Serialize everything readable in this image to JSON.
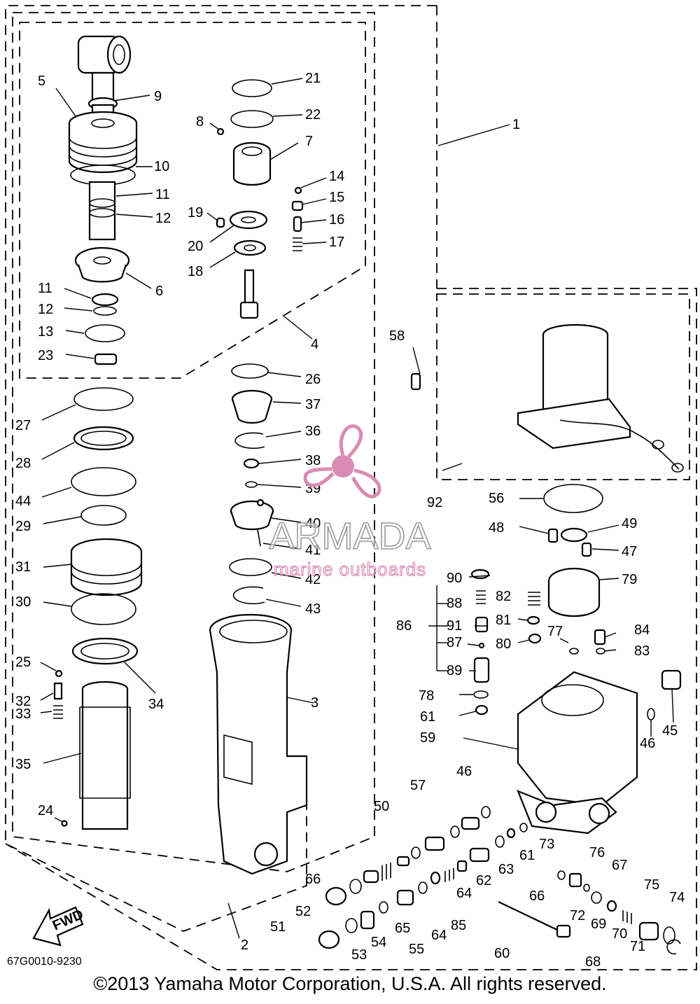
{
  "diagram_code": "67G0010-9230",
  "copyright": "©2013 Yamaha Motor Corporation, U.S.A. All rights reserved.",
  "fwd_label": "FWD",
  "watermark": {
    "brand": "ARMADA",
    "tagline": "marine outboards",
    "color": "#d98cb3"
  },
  "callouts": {
    "c1": "1",
    "c2": "2",
    "c3": "3",
    "c4": "4",
    "c5": "5",
    "c6": "6",
    "c7": "7",
    "c8": "8",
    "c9": "9",
    "c10": "10",
    "c11a": "11",
    "c11b": "11",
    "c12a": "12",
    "c12b": "12",
    "c13": "13",
    "c14": "14",
    "c15": "15",
    "c16": "16",
    "c17": "17",
    "c18": "18",
    "c19": "19",
    "c20": "20",
    "c21": "21",
    "c22": "22",
    "c23": "23",
    "c24": "24",
    "c25": "25",
    "c26": "26",
    "c27": "27",
    "c28": "28",
    "c29": "29",
    "c30": "30",
    "c31": "31",
    "c32": "32",
    "c33": "33",
    "c34": "34",
    "c35": "35",
    "c36": "36",
    "c37": "37",
    "c38": "38",
    "c39": "39",
    "c40": "40",
    "c41": "41",
    "c42": "42",
    "c43": "43",
    "c44": "44",
    "c45": "45",
    "c46a": "46",
    "c46b": "46",
    "c47": "47",
    "c48": "48",
    "c49": "49",
    "c50": "50",
    "c51": "51",
    "c52": "52",
    "c53": "53",
    "c54": "54",
    "c55": "55",
    "c56": "56",
    "c57": "57",
    "c58": "58",
    "c59": "59",
    "c60": "60",
    "c61a": "61",
    "c61b": "61",
    "c62": "62",
    "c63": "63",
    "c64a": "64",
    "c64b": "64",
    "c65": "65",
    "c66a": "66",
    "c66b": "66",
    "c67": "67",
    "c68": "68",
    "c69": "69",
    "c70": "70",
    "c71": "71",
    "c72": "72",
    "c73": "73",
    "c74": "74",
    "c75": "75",
    "c76": "76",
    "c77": "77",
    "c78": "78",
    "c79": "79",
    "c80": "80",
    "c81": "81",
    "c82": "82",
    "c83": "83",
    "c84": "84",
    "c85": "85",
    "c86": "86",
    "c87": "87",
    "c88": "88",
    "c89": "89",
    "c90": "90",
    "c91": "91",
    "c92": "92"
  }
}
